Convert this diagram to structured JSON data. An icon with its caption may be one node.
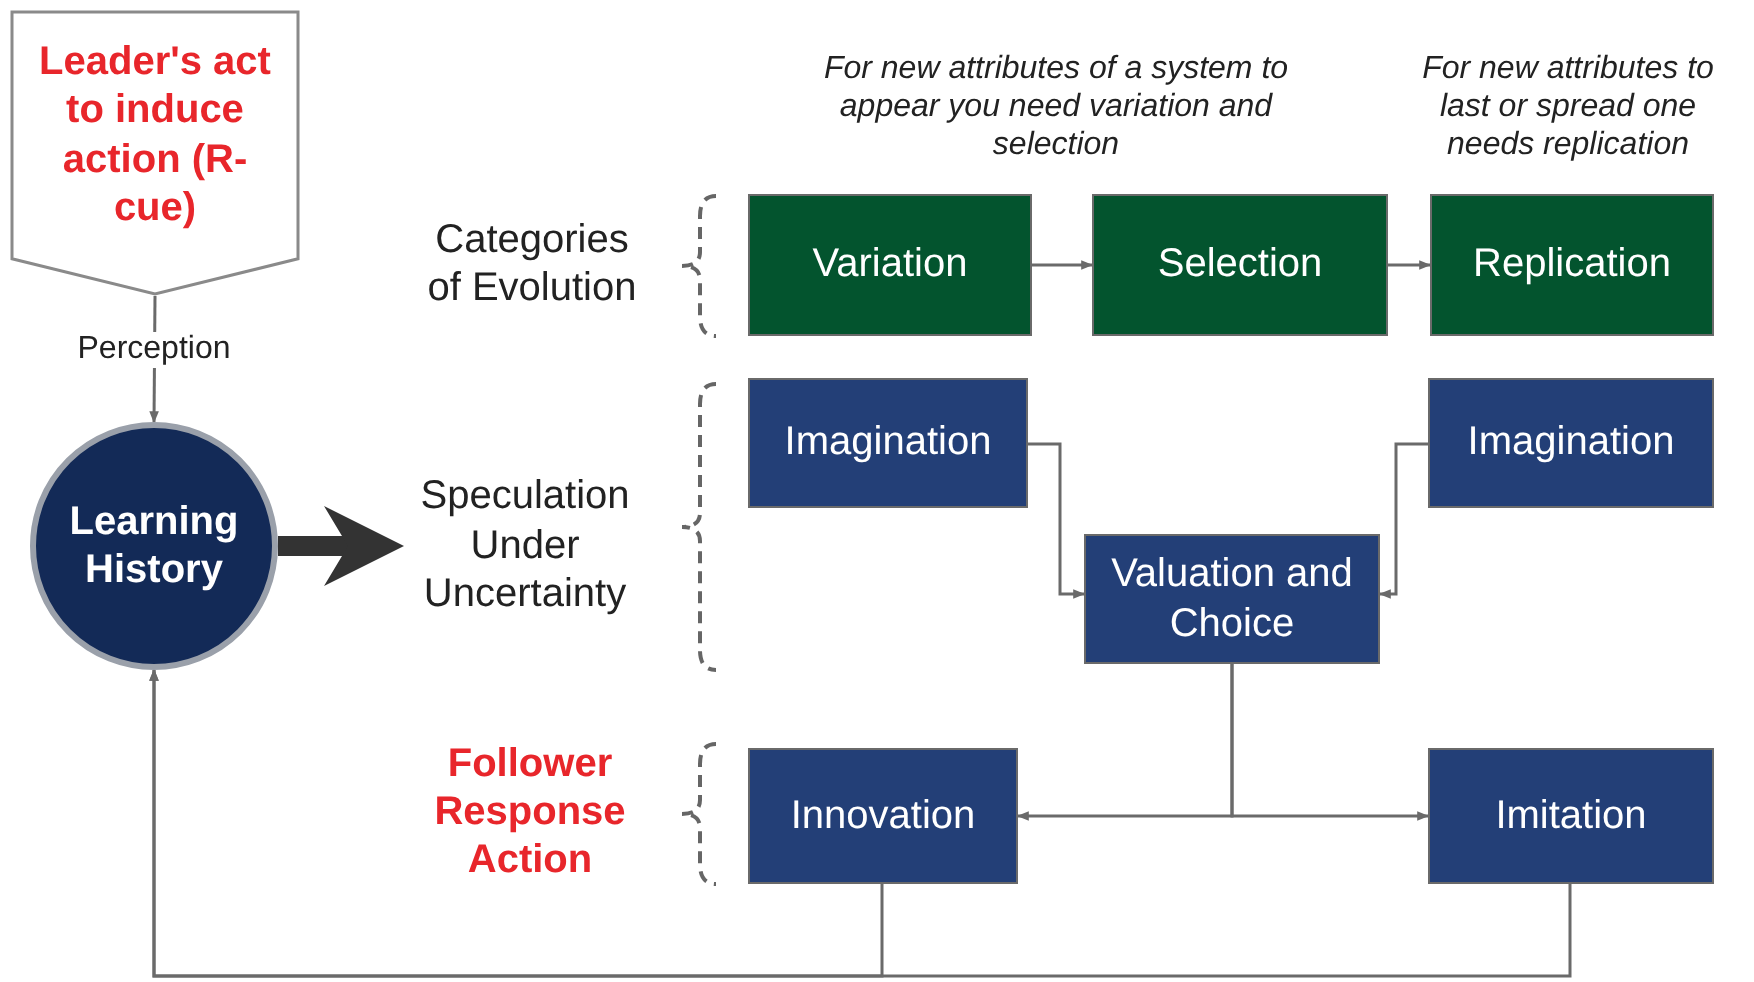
{
  "diagram": {
    "nodes": [
      {
        "text": [
          "Leader's act to induce action (R-cue)"
        ]
      },
      {
        "text": [
          "Variation"
        ]
      },
      {
        "text": [
          "Selection"
        ]
      },
      {
        "text": [
          "Replication"
        ]
      },
      {
        "text": [
          "Learning History"
        ]
      },
      {
        "text": [
          "Speculation Under Uncertainty"
        ]
      },
      {
        "text": [
          "Imagination"
        ]
      },
      {
        "text": [
          "Imagination"
        ]
      },
      {
        "text": [
          "Valuation and Choice"
        ]
      },
      {
        "text": [
          "Innovation"
        ]
      },
      {
        "text": [
          "Imitation"
        ]
      }
    ],
    "edges": [
      {
        "from": 0,
        "to": 4,
        "arrow": "to",
        "label": "Perception"
      },
      {
        "from": 1,
        "to": 2,
        "arrow": "to"
      },
      {
        "from": 2,
        "to": 3,
        "arrow": "to"
      },
      {
        "from": 4,
        "to": 5,
        "arrow": "to",
        "style": "thick",
        "color": "#333333"
      },
      {
        "from": 6,
        "to": 8,
        "arrow": "to"
      },
      {
        "from": 7,
        "to": 8,
        "arrow": "to"
      },
      {
        "from": 8,
        "to": 9,
        "arrow": "to"
      },
      {
        "from": 8,
        "to": 10,
        "arrow": "to"
      },
      {
        "from": 9,
        "to": 4,
        "arrow": "to"
      },
      {
        "from": 10,
        "to": 4,
        "arrow": "to"
      }
    ],
    "labels": [
      "For new attributes of a system to appear you need variation and selection",
      "For new attributes to last or spread one needs replication",
      "Categories of Evolution",
      "Follower Response Action"
    ]
  }
}
